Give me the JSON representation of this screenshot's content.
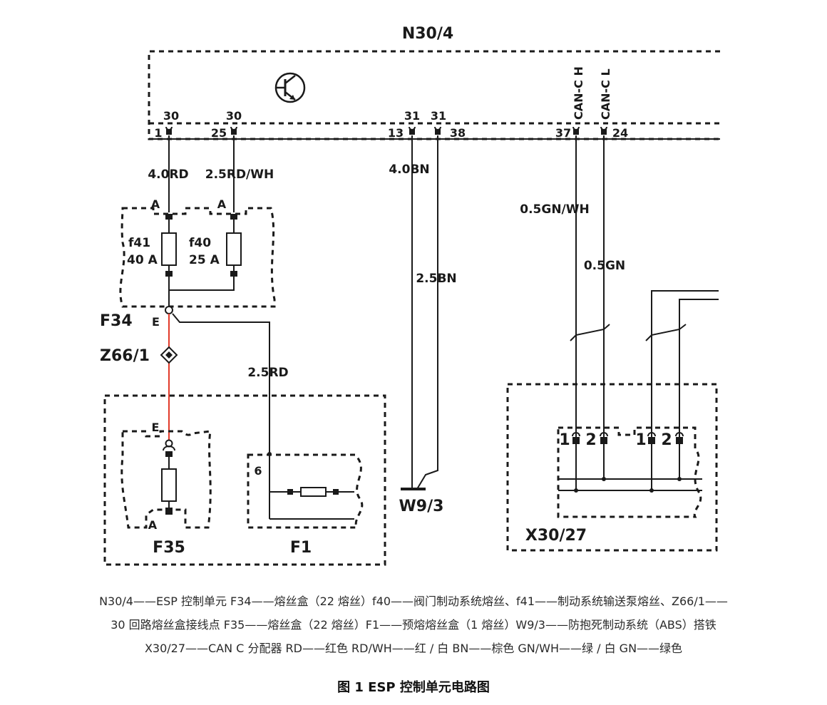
{
  "diagram": {
    "module": "N30/4",
    "pins": {
      "p30a": "30",
      "p1": "1",
      "p30b": "30",
      "p25": "25",
      "p31a": "31",
      "p13": "13",
      "p31b": "31",
      "p38": "38",
      "canh": "CAN-C H",
      "p37": "37",
      "canl": "CAN-C L",
      "p24": "24"
    },
    "wires": {
      "w1": "4.0RD",
      "w2": "2.5RD/WH",
      "w3": "4.0BN",
      "w4": "2.5BN",
      "w5": "0.5GN/WH",
      "w6": "0.5GN",
      "w7": "2.5RD"
    },
    "fuses": {
      "a1": "A",
      "a2": "A",
      "f41_name": "f41",
      "f41_rating": "40 A",
      "f40_name": "f40",
      "f40_rating": "25 A"
    },
    "f34": "F34",
    "e_top": "E",
    "z66": "Z66/1",
    "f35_e": "E",
    "f35_a": "A",
    "f35": "F35",
    "f1_pin": "6",
    "f1": "F1",
    "w93": "W9/3",
    "x30": "X30/27",
    "x_pins": [
      "1",
      "2",
      "1",
      "2"
    ]
  },
  "caption": {
    "line1": "N30/4——ESP 控制单元 F34——熔丝盒（22 熔丝）f40——阀门制动系统熔丝、f41——制动系统输送泵熔丝、Z66/1——",
    "line2": "30 回路熔丝盒接线点 F35——熔丝盒（22 熔丝）F1——预熔熔丝盒（1 熔丝）W9/3——防抱死制动系统（ABS）搭铁",
    "line3": "X30/27——CAN C 分配器 RD——红色 RD/WH——红 / 白 BN——棕色 GN/WH——绿 / 白 GN——绿色"
  },
  "figure_title": "图 1  ESP 控制单元电路图"
}
